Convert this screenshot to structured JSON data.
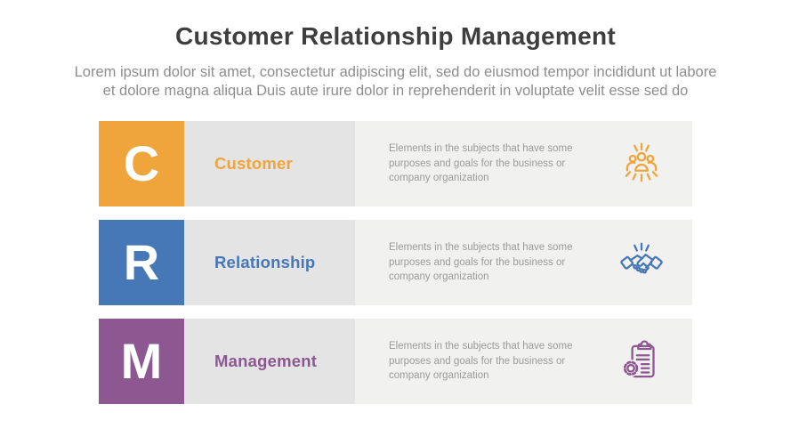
{
  "header": {
    "title": "Customer Relationship Management",
    "subtitle_line1": "Lorem ipsum dolor sit amet, consectetur adipiscing elit, sed do eiusmod tempor incididunt ut labore",
    "subtitle_line2": "et dolore magna aliqua Duis aute irure dolor in reprehenderit in voluptate velit esse sed do"
  },
  "rows": [
    {
      "letter": "C",
      "label": "Customer",
      "description": "Elements in the subjects that have some purposes and goals for the business or company organization",
      "accent": "#F0A43C",
      "icon": "team-icon"
    },
    {
      "letter": "R",
      "label": "Relationship",
      "description": "Elements in the subjects that have some purposes and goals for the business or company organization",
      "accent": "#4677B6",
      "icon": "handshake-icon"
    },
    {
      "letter": "M",
      "label": "Management",
      "description": "Elements in the subjects that have some purposes and goals for the business or company organization",
      "accent": "#8D5791",
      "icon": "clipboard-gear-icon"
    }
  ],
  "colors": {
    "label_panel_bg": "#E4E4E4",
    "description_panel_bg": "#F1F1F0",
    "title_color": "#3E3E3E",
    "subtitle_color": "#8D8D8D",
    "description_text_color": "#9B9B9B",
    "letter_color": "#FFFFFF"
  }
}
